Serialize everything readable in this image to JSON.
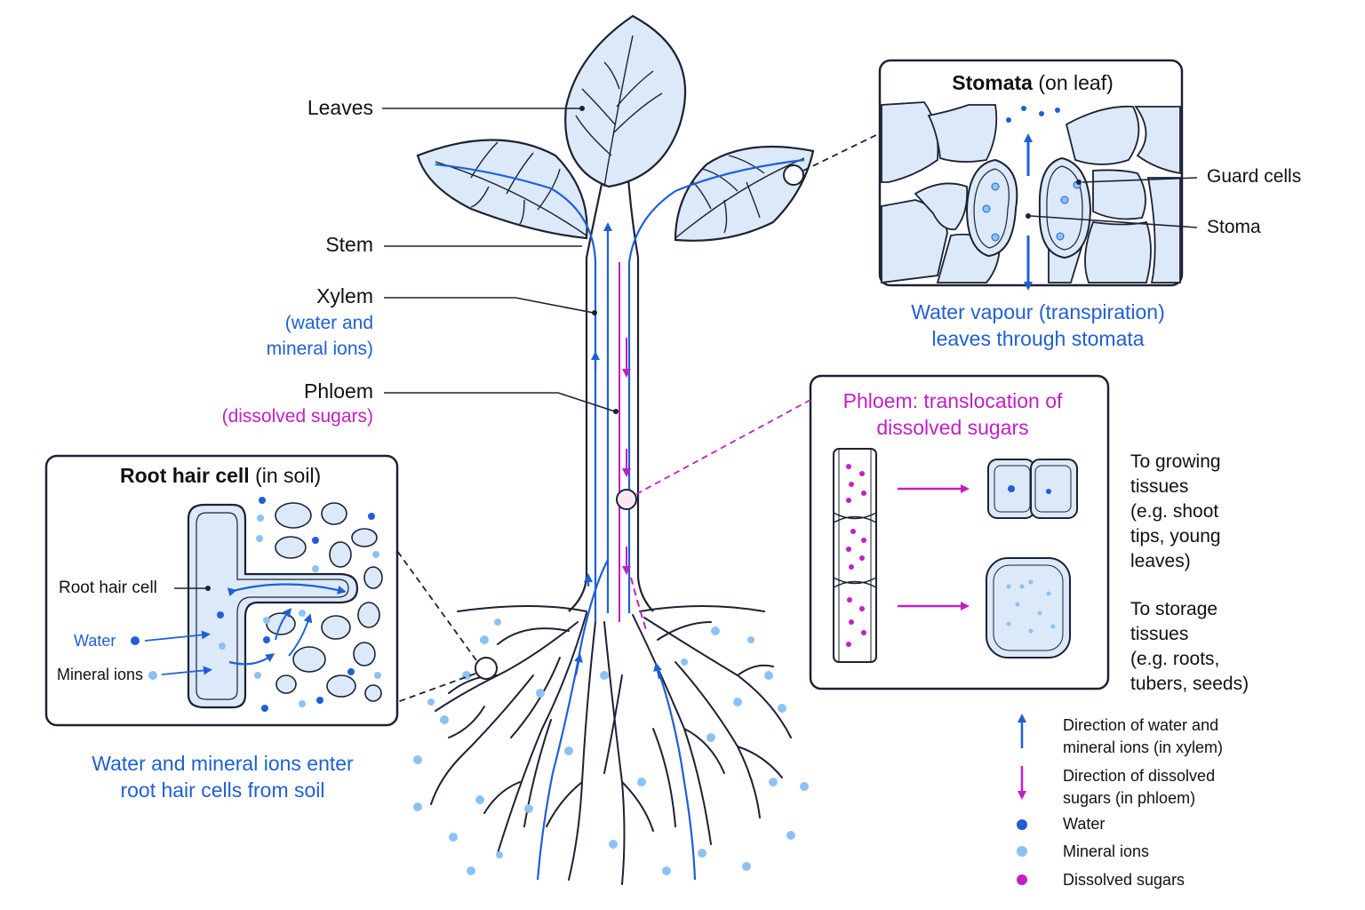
{
  "colors": {
    "outline": "#1c2233",
    "leaf_fill": "#dbe9f8",
    "xylem": "#1f5fd6",
    "phloem": "#c21fc4",
    "water": "#1f5fd6",
    "mineral": "#8cc2f2",
    "sugar": "#c21fc4"
  },
  "labels": {
    "leaves": "Leaves",
    "stem": "Stem",
    "xylem": "Xylem",
    "xylem_sub1": "(water and",
    "xylem_sub2": "mineral ions)",
    "phloem": "Phloem",
    "phloem_sub": "(dissolved sugars)"
  },
  "stomata": {
    "title_bold": "Stomata",
    "title_rest": "(on leaf)",
    "guard_cells": "Guard cells",
    "stoma": "Stoma",
    "caption1": "Water vapour (transpiration)",
    "caption2": "leaves through stomata"
  },
  "root_hair": {
    "title_bold": "Root hair cell",
    "title_rest": "(in soil)",
    "cell_label": "Root hair cell",
    "water_label": "Water",
    "mineral_label": "Mineral ions",
    "caption1": "Water and mineral ions enter",
    "caption2": "root hair cells from soil"
  },
  "phloem_panel": {
    "title1": "Phloem: translocation of",
    "title2": "dissolved sugars",
    "growing": [
      "To growing",
      "tissues",
      "(e.g. shoot",
      "tips, young",
      "leaves)"
    ],
    "storage": [
      "To storage",
      "tissues",
      "(e.g. roots,",
      "tubers, seeds)"
    ]
  },
  "legend": {
    "xylem_dir1": "Direction of water and",
    "xylem_dir2": "mineral ions (in xylem)",
    "phloem_dir1": "Direction of dissolved",
    "phloem_dir2": "sugars (in phloem)",
    "water": "Water",
    "mineral": "Mineral ions",
    "sugars": "Dissolved sugars"
  }
}
